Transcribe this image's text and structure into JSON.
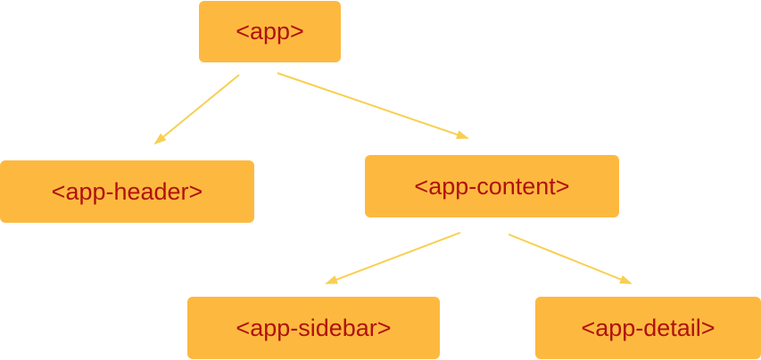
{
  "diagram": {
    "nodes": [
      {
        "id": "app",
        "label": "<app>"
      },
      {
        "id": "app-header",
        "label": "<app-header>"
      },
      {
        "id": "app-content",
        "label": "<app-content>"
      },
      {
        "id": "app-sidebar",
        "label": "<app-sidebar>"
      },
      {
        "id": "app-detail",
        "label": "<app-detail>"
      }
    ],
    "edges": [
      {
        "from": "app",
        "to": "app-header"
      },
      {
        "from": "app",
        "to": "app-content"
      },
      {
        "from": "app-content",
        "to": "app-sidebar"
      },
      {
        "from": "app-content",
        "to": "app-detail"
      }
    ],
    "colors": {
      "node_fill": "#fdb93f",
      "node_text": "#b0120f",
      "edge": "#f8cf52"
    }
  }
}
